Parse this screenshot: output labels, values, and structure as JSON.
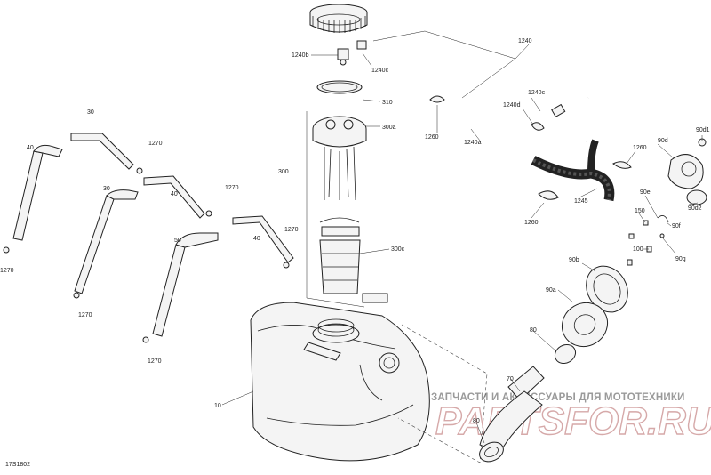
{
  "diagram": {
    "reference": "17S1802",
    "labels": {
      "p1240": "1240",
      "p1240b": "1240b",
      "p1240c_top": "1240c",
      "p310": "310",
      "p300a": "300a",
      "p300": "300",
      "p300c": "300c",
      "p1240a": "1240a",
      "p1240c_mid": "1240c",
      "p1240d": "1240d",
      "p1260_a": "1260",
      "p1260_b": "1260",
      "p1260_c": "1260",
      "p1245": "1245",
      "p90d": "90d",
      "p90d1": "90d1",
      "p90d2": "90d2",
      "p90e": "90e",
      "p90f": "90f",
      "p90g": "90g",
      "p150": "150",
      "p100": "100",
      "p90b": "90b",
      "p90a": "90a",
      "p80_a": "80",
      "p80_b": "80",
      "p70": "70",
      "p10": "10",
      "p30_a": "30",
      "p30_b": "30",
      "p40_a": "40",
      "p40_b": "40",
      "p40_c": "40",
      "p50": "50",
      "p1270_a": "1270",
      "p1270_b": "1270",
      "p1270_c": "1270",
      "p1270_d": "1270",
      "p1270_e": "1270",
      "p1270_f": "1270"
    },
    "watermark": {
      "line1": "ЗАПЧАСТИ И АКСЕССУАРЫ ДЛЯ МОТОТЕХНИКИ",
      "line2": "PARTSFOR.RU"
    }
  }
}
